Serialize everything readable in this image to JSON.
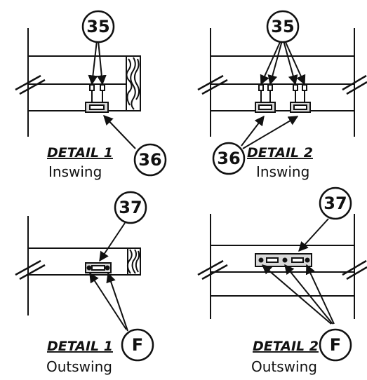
{
  "callouts": {
    "q1_top": "35",
    "q1_bottom": "36",
    "q2_top": "35",
    "q2_bottom": "36",
    "q3_top": "37",
    "q3_bottom": "F",
    "q4_top": "37",
    "q4_bottom": "F"
  },
  "details": [
    {
      "title": "DETAIL 1",
      "subtitle": "Inswing"
    },
    {
      "title": "DETAIL 2",
      "subtitle": "Inswing"
    },
    {
      "title": "DETAIL 1",
      "subtitle": "Outswing"
    },
    {
      "title": "DETAIL 2",
      "subtitle": "Outswing"
    }
  ],
  "colors": {
    "ink": "#111111",
    "paper": "#ffffff",
    "hardware_fill": "#d9d9d9"
  },
  "icons": {
    "wall_texture": "wood-grain-hatch",
    "break_symbol": "double-slash-break-line"
  }
}
